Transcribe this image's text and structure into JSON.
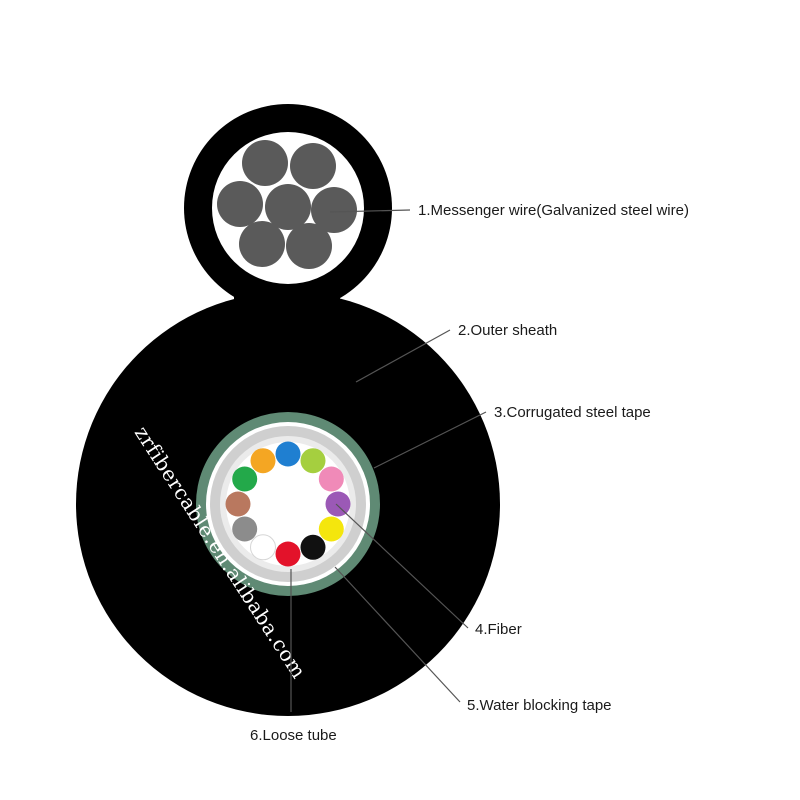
{
  "labels": {
    "messenger": "1.Messenger wire(Galvanized steel wire)",
    "outer": "2.Outer sheath",
    "tape": "3.Corrugated steel tape",
    "fiber": "4.Fiber",
    "water": "5.Water blocking tape",
    "tube": "6.Loose tube"
  },
  "watermark": "zrfibercable.en.alibaba.com",
  "colors": {
    "sheath": "#000000",
    "steel_wire": "#5a5a5a",
    "corrugated_tape": "#5f8a74",
    "water_blocking_tape": "#cfcfcf",
    "loose_tube_wall": "#ebebeb",
    "leader": "#555555"
  },
  "fibers": [
    {
      "name": "fiber-blue",
      "color": "#1f7fd1"
    },
    {
      "name": "fiber-lime",
      "color": "#a5cf3f"
    },
    {
      "name": "fiber-pink",
      "color": "#f08ab8"
    },
    {
      "name": "fiber-violet",
      "color": "#9b59b6"
    },
    {
      "name": "fiber-yellow",
      "color": "#f4e60d"
    },
    {
      "name": "fiber-black",
      "color": "#111111"
    },
    {
      "name": "fiber-red",
      "color": "#e3122a"
    },
    {
      "name": "fiber-white",
      "color": "#ffffff"
    },
    {
      "name": "fiber-gray",
      "color": "#8c8c8c"
    },
    {
      "name": "fiber-brown",
      "color": "#b9785f"
    },
    {
      "name": "fiber-green",
      "color": "#23a94a"
    },
    {
      "name": "fiber-orange",
      "color": "#f4a623"
    }
  ]
}
